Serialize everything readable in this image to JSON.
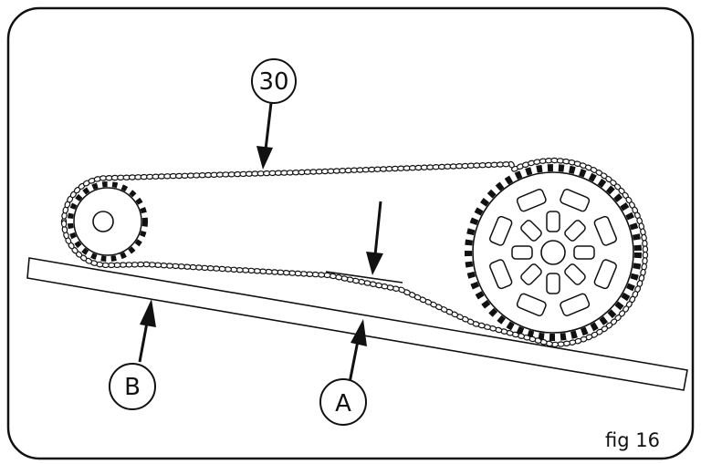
{
  "figure": {
    "label": "fig 16"
  },
  "callouts": {
    "part_number": "30",
    "label_a": "A",
    "label_b": "B"
  },
  "colors": {
    "line": "#111111",
    "background": "#ffffff"
  }
}
